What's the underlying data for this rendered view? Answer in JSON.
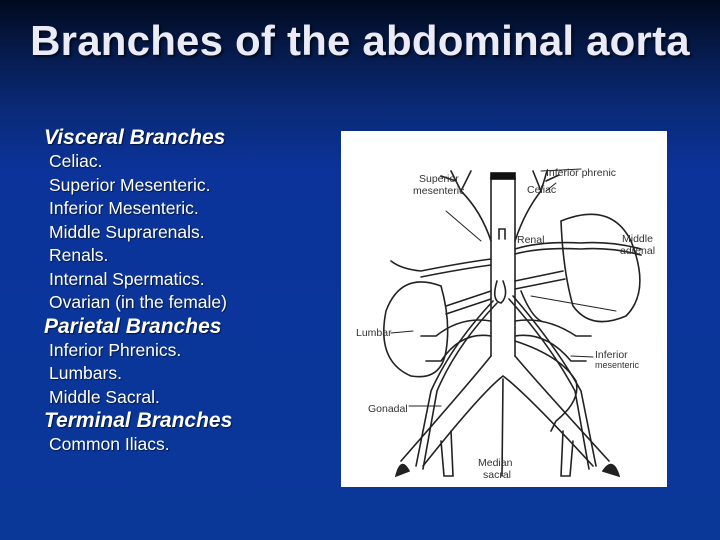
{
  "slide": {
    "title": "Branches of the abdominal aorta",
    "sections": [
      {
        "heading": "Visceral Branches",
        "items": [
          "Celiac.",
          "Superior Mesenteric.",
          "Inferior Mesenteric.",
          "Middle Suprarenals.",
          "Renals.",
          "Internal Spermatics.",
          "Ovarian (in the female)"
        ]
      },
      {
        "heading": "Parietal Branches",
        "items": [
          "Inferior Phrenics.",
          "Lumbars.",
          "Middle Sacral."
        ]
      },
      {
        "heading": "Terminal Branches",
        "items": [
          "Common Iliacs."
        ]
      }
    ]
  },
  "figure": {
    "labels": {
      "superior_mesenteric_1": "Superior",
      "superior_mesenteric_2": "mesenteric",
      "inferior_phrenic": "Inferior phrenic",
      "celiac": "Celiac",
      "renal": "Renal",
      "middle_adrenal_1": "Middle",
      "middle_adrenal_2": "adrenal",
      "lumbar": "Lumbar",
      "inferior_mesenteric_1": "Inferior",
      "inferior_mesenteric_2": "mesenteric",
      "gonadal": "Gonadal",
      "median_sacral_1": "Median",
      "median_sacral_2": "sacral"
    }
  },
  "colors": {
    "background_top": "#000a1e",
    "background_main": "#0a3899",
    "title_text": "#ebebf7",
    "body_text": "#ffffff",
    "figure_bg": "#ffffff"
  }
}
